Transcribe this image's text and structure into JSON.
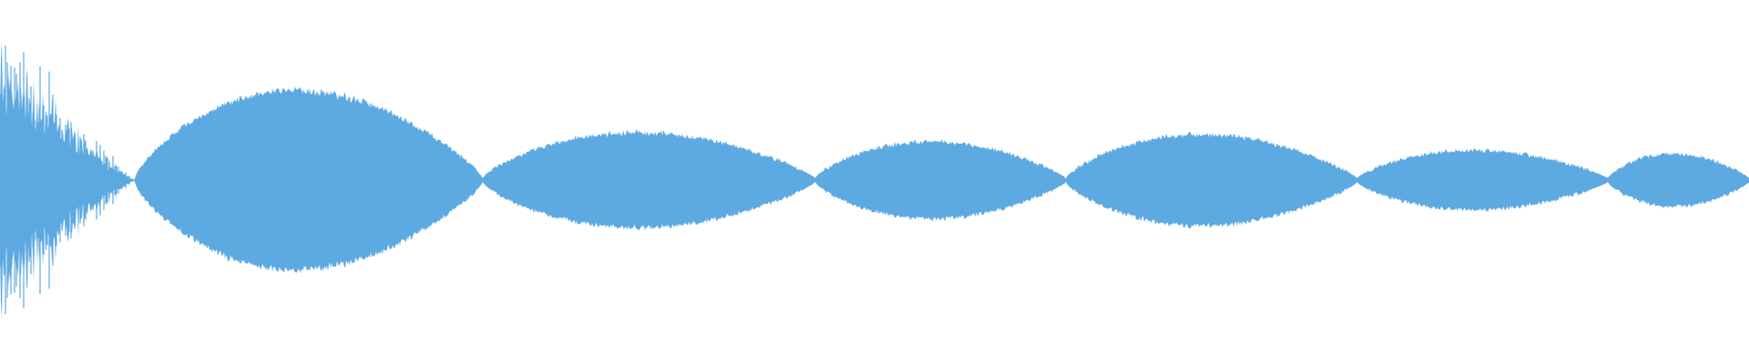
{
  "waveform": {
    "color": "#5DA9E1",
    "background": "#FFFFFF",
    "segments": [
      {
        "peak": 0.8,
        "shape": "burst"
      },
      {
        "peak": 0.5,
        "shape": "lobe"
      },
      {
        "peak": 0.26,
        "shape": "lobe"
      },
      {
        "peak": 0.21,
        "shape": "lobe"
      },
      {
        "peak": 0.25,
        "shape": "lobe"
      },
      {
        "peak": 0.16,
        "shape": "lobe"
      },
      {
        "peak": 0.14,
        "shape": "lobe"
      }
    ]
  }
}
